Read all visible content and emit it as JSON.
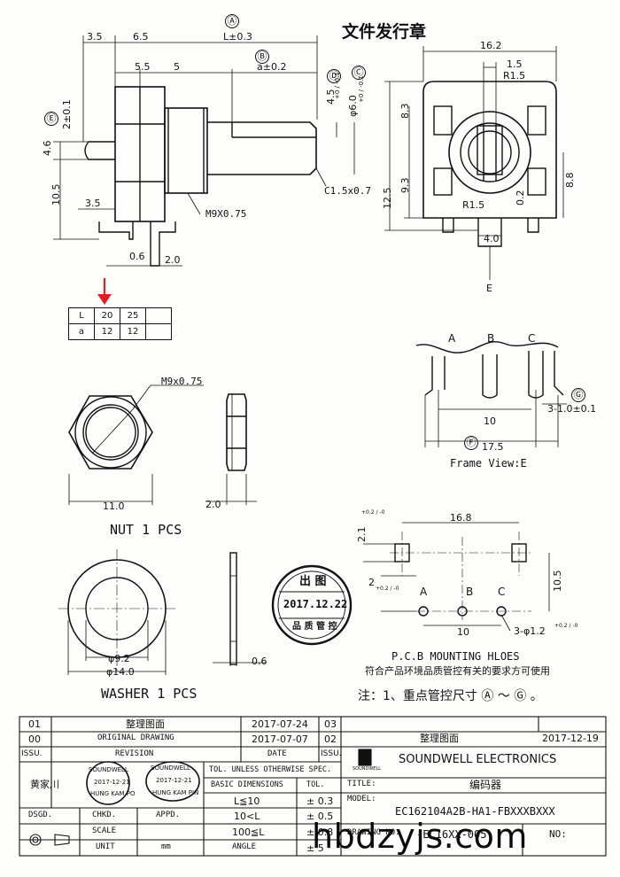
{
  "header": {
    "doc_title": "文件发行章",
    "circled": {
      "A": "Ⓐ",
      "B": "Ⓑ",
      "C": "Ⓒ",
      "D": "Ⓓ",
      "E": "Ⓔ",
      "F": "Ⓕ",
      "G": "Ⓖ"
    }
  },
  "side_view": {
    "dims": {
      "d35_top": "3.5",
      "d65": "6.5",
      "l03": "L±0.3",
      "d55": "5.5",
      "d5": "5",
      "a02": "a±0.2",
      "d2": "2±0.1",
      "d46": "4.6",
      "d105": "10.5",
      "d35_bot": "3.5",
      "d06": "0.6",
      "d20": "2.0",
      "m9": "M9X0.75",
      "c15": "C1.5x0.7",
      "d45": "4.5",
      "d45_tol": "+0 / -0.1",
      "d60": "φ6.0",
      "d60_tol": "+0 / -0.1"
    }
  },
  "front_view": {
    "dims": {
      "d162": "16.2",
      "d15": "1.5",
      "r15": "R1.5",
      "d83": "8.3",
      "d125": "12.5",
      "d93": "9.3",
      "d88": "8.8",
      "d02": "0.2",
      "rr15": "R1.5",
      "d40": "4.0",
      "e": "E"
    }
  },
  "length_table": {
    "rows": [
      {
        "label": "L",
        "v1": "20",
        "v2": "25"
      },
      {
        "label": "a",
        "v1": "12",
        "v2": "12"
      }
    ]
  },
  "frame_view": {
    "pins": [
      "A",
      "B",
      "C"
    ],
    "d10": "10",
    "d175": "17.5",
    "d3": "3-1.0±0.1",
    "caption": "Frame View:E"
  },
  "nut": {
    "m9": "M9x0.75",
    "d11": "11.0",
    "d20": "2.0",
    "caption": "NUT 1 PCS"
  },
  "washer": {
    "d92": "φ9.2",
    "d14": "φ14.0",
    "d06": "0.6",
    "caption": "WASHER   1 PCS"
  },
  "stamp": {
    "top": "出 图",
    "date": "2017.12.22",
    "bottom": "品 质 管 控"
  },
  "pcb": {
    "d168": "16.8",
    "d21": "2.1",
    "d21_tol": "+0.2 / -0",
    "d2": "2",
    "d2_tol": "+0.2 / -0",
    "d105": "10.5",
    "pins": [
      "A",
      "B",
      "C"
    ],
    "d10": "10",
    "holes": "3-φ1.2",
    "holes_tol": "+0.2 / -0",
    "caption": "P.C.B MOUNTING HLOES",
    "env_note": "符合产品环境品质管控有关的要求方可使用"
  },
  "note": "注：1、重点管控尺寸 Ⓐ ～ Ⓖ 。",
  "title_block": {
    "rev_rows": [
      {
        "no": "01",
        "desc": "整理图面",
        "date": "2017-07-24",
        "idx": "03"
      },
      {
        "no": "00",
        "desc": "ORIGINAL  DRAWING",
        "date": "2017-07-07",
        "idx": "02"
      },
      {
        "no": "ISSU.",
        "desc": "REVISION",
        "date": "DATE",
        "idx": "ISSU."
      }
    ],
    "right_desc": "整理图面",
    "right_date": "2017-12-19",
    "company": "SOUNDWELL ELECTRONICS",
    "logo_text": "SOUNDWELL",
    "drawn_name": "黄家川",
    "stamp1": "SOUNDWELL",
    "stamp1_date": "2017-12-21",
    "stamp1_name": "HUNG KAM PO",
    "stamp2": "SOUNDWELL",
    "stamp2_date": "2017-12-21",
    "stamp2_name": "HUNG KAM PIN",
    "tol_header": "TOL. UNLESS OTHERWISE SPEC.",
    "basic_dims": "BASIC DIMENSIONS",
    "tol": "TOL.",
    "tol_rows": [
      {
        "range": "L≦10",
        "tol": "± 0.3"
      },
      {
        "range": "10<L",
        "tol": "± 0.5"
      },
      {
        "range": "100≦L",
        "tol": "± 0.8"
      }
    ],
    "angle": "ANGLE",
    "angle_tol": "± 5",
    "title_label": "TITLE:",
    "title_value": "编码器",
    "model_label": "MODEL:",
    "model_value": "EC162104A2B-HA1-FBXXXBXXX",
    "drawing_no_label": "DRAWING NO.",
    "drawing_no_value": "-EC16XX-005",
    "no_label": "NO:",
    "dsgd": "DSGD.",
    "chkd": "CHKD.",
    "appd": "APPD.",
    "scale": "SCALE",
    "unit": "UNIT",
    "unit_value": "mm"
  },
  "watermark": "hbdzyjs.com"
}
